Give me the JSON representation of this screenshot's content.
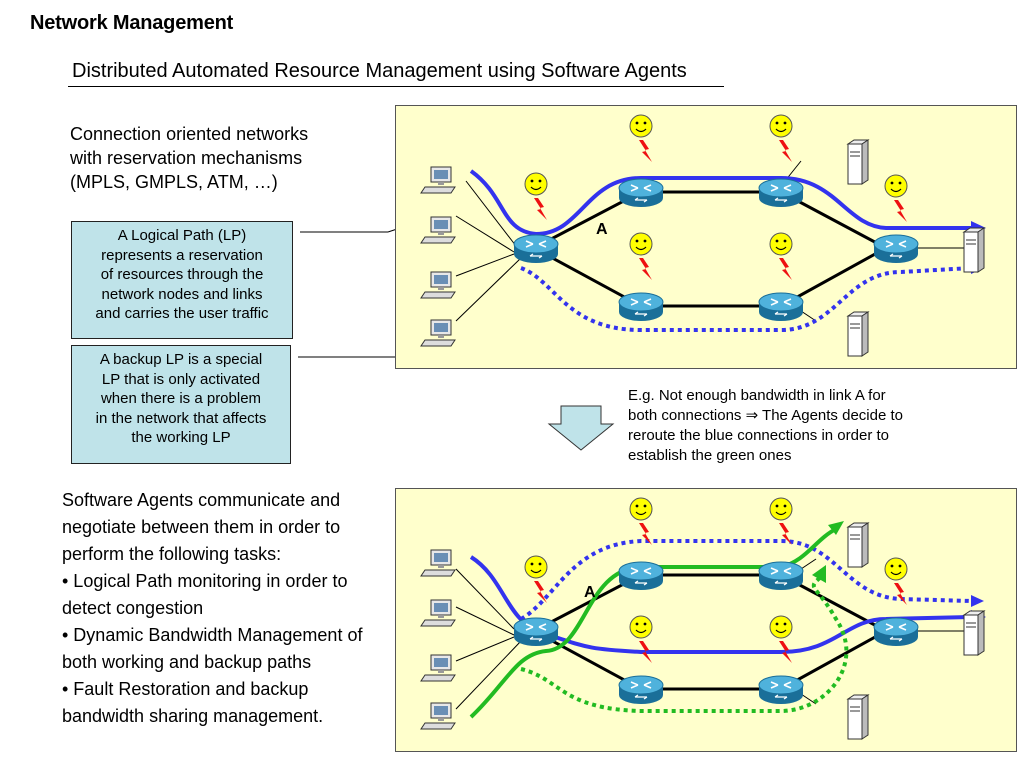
{
  "title": "Network Management",
  "subtitle": "Distributed Automated Resource Management using Software Agents",
  "connection_text": [
    "Connection oriented networks",
    "with reservation mechanisms",
    "(MPLS, GMPLS, ATM, …)"
  ],
  "lp_callout": [
    "A Logical Path  (LP)",
    "represents a reservation",
    "of resources through the",
    "network nodes and links",
    "and carries the user traffic"
  ],
  "backup_callout": [
    "A backup LP is a special",
    "LP that is only activated",
    "when there is a problem",
    "in the network that affects",
    "the working LP"
  ],
  "example_text": [
    "E.g. Not enough bandwidth in link A for",
    "both connections ⇒ The Agents decide to",
    "reroute the blue connections in order to",
    "establish the green ones"
  ],
  "agents_text": [
    "Software Agents communicate and",
    "negotiate between them in order to",
    "perform the following tasks:",
    "• Logical Path monitoring in order to",
    "detect congestion",
    "• Dynamic Bandwidth Management of",
    "both working and backup paths",
    "• Fault Restoration and backup",
    "bandwidth sharing management."
  ],
  "link_label": "A",
  "colors": {
    "diagram_bg": "#ffffcc",
    "callout_bg": "#bfe3e9",
    "working_path": "#3333ee",
    "backup_path": "#3333ee",
    "rerouted_path": "#22bb22",
    "router": "#2a8fc0",
    "agent_face": "#ffff00",
    "agent_signal": "#ee1111",
    "arrow_fill": "#bfe3e9"
  },
  "icons": [
    "router-icon",
    "agent-smiley-icon",
    "lightning-icon",
    "computer-icon",
    "server-icon",
    "down-arrow-icon"
  ]
}
